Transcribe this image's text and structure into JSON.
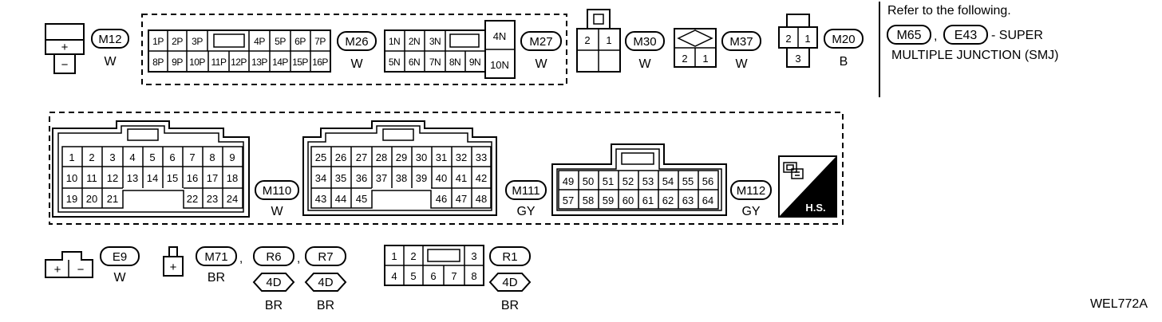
{
  "connectors": {
    "m12": {
      "id": "M12",
      "color": "W",
      "plus": "+",
      "minus": "−"
    },
    "m26": {
      "id": "M26",
      "color": "W",
      "row1": [
        "1P",
        "2P",
        "3P",
        "4P",
        "5P",
        "6P",
        "7P"
      ],
      "row2": [
        "8P",
        "9P",
        "10P",
        "11P",
        "12P",
        "13P",
        "14P",
        "15P",
        "16P"
      ]
    },
    "m27": {
      "id": "M27",
      "color": "W",
      "row1": [
        "1N",
        "2N",
        "3N"
      ],
      "row2": [
        "5N",
        "6N",
        "7N",
        "8N",
        "9N"
      ],
      "right": [
        "4N",
        "10N"
      ]
    },
    "m30": {
      "id": "M30",
      "color": "W",
      "pins": [
        "2",
        "1"
      ]
    },
    "m37": {
      "id": "M37",
      "color": "W",
      "pins": [
        "2",
        "1"
      ]
    },
    "m20": {
      "id": "M20",
      "color": "B",
      "pins": [
        "2",
        "1",
        "3"
      ]
    },
    "m110": {
      "id": "M110",
      "color": "W",
      "rows": [
        [
          "1",
          "2",
          "3",
          "4",
          "5",
          "6",
          "7",
          "8",
          "9"
        ],
        [
          "10",
          "11",
          "12",
          "13",
          "14",
          "15",
          "16",
          "17",
          "18"
        ],
        [
          "19",
          "20",
          "21",
          "22",
          "23",
          "24"
        ]
      ]
    },
    "m111": {
      "id": "M111",
      "color": "GY",
      "rows": [
        [
          "25",
          "26",
          "27",
          "28",
          "29",
          "30",
          "31",
          "32",
          "33"
        ],
        [
          "34",
          "35",
          "36",
          "37",
          "38",
          "39",
          "40",
          "41",
          "42"
        ],
        [
          "43",
          "44",
          "45",
          "46",
          "47",
          "48"
        ]
      ]
    },
    "m112": {
      "id": "M112",
      "color": "GY",
      "rows": [
        [
          "49",
          "50",
          "51",
          "52",
          "53",
          "54",
          "55",
          "56"
        ],
        [
          "57",
          "58",
          "59",
          "60",
          "61",
          "62",
          "63",
          "64"
        ]
      ]
    },
    "hs": {
      "label": "H.S."
    },
    "e9": {
      "id": "E9",
      "color": "W",
      "plus": "+",
      "minus": "−"
    },
    "m71": {
      "id": "M71",
      "color": "BR",
      "plus": "+"
    },
    "r6": {
      "id": "R6",
      "sub": "4D",
      "color": "BR"
    },
    "r7": {
      "id": "R7",
      "sub": "4D",
      "color": "BR"
    },
    "r1": {
      "id": "R1",
      "sub": "4D",
      "color": "BR",
      "row1": [
        "1",
        "2",
        "3"
      ],
      "row2": [
        "4",
        "5",
        "6",
        "7",
        "8"
      ]
    }
  },
  "separators": {
    "comma": ","
  },
  "note": {
    "line1": "Refer to the following.",
    "ref1": "M65",
    "comma": ",",
    "ref2": "E43",
    "line2_tail": "- SUPER",
    "line3": "MULTIPLE JUNCTION (SMJ)"
  },
  "figure_code": "WEL772A"
}
